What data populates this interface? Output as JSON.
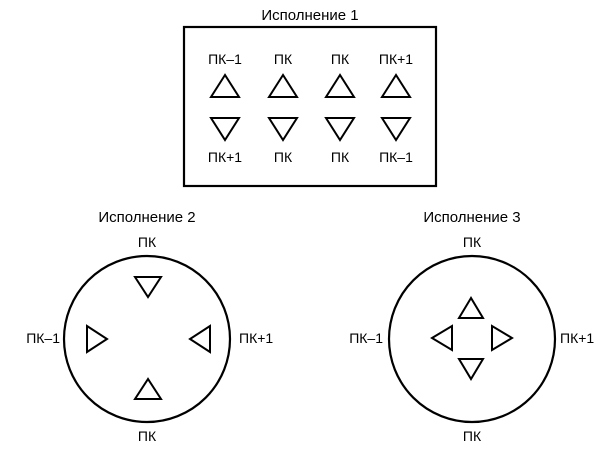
{
  "variant1": {
    "title": "Исполнение 1",
    "top_labels": [
      "ПК–1",
      "ПК",
      "ПК",
      "ПК+1"
    ],
    "bottom_labels": [
      "ПК+1",
      "ПК",
      "ПК",
      "ПК–1"
    ]
  },
  "variant2": {
    "title": "Исполнение 2",
    "label_top": "ПК",
    "label_left": "ПК–1",
    "label_right": "ПК+1",
    "label_bottom": "ПК"
  },
  "variant3": {
    "title": "Исполнение 3",
    "label_top": "ПК",
    "label_left": "ПК–1",
    "label_right": "ПК+1",
    "label_bottom": "ПК"
  }
}
